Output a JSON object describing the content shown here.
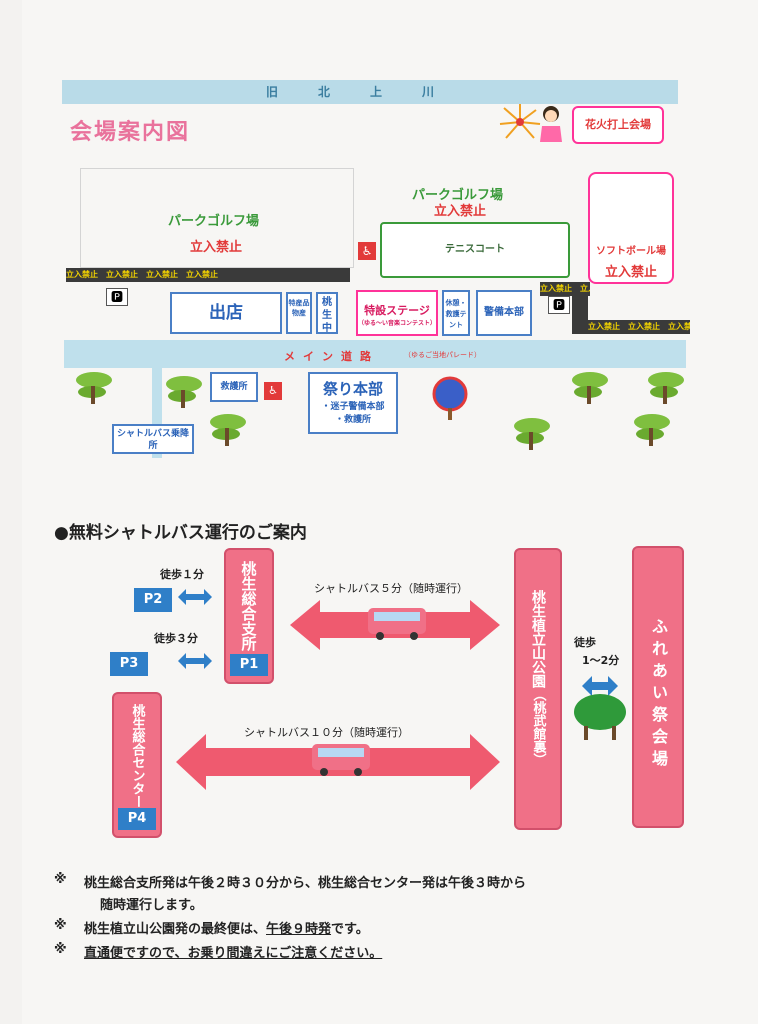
{
  "map": {
    "title": "会場案内図",
    "river": "旧北上川",
    "fireworks_site": "花火打上会場",
    "park_golf_left": {
      "label": "パークゴルフ場",
      "restriction": "立入禁止"
    },
    "park_golf_center": {
      "label": "パークゴルフ場",
      "restriction": "立入禁止"
    },
    "tennis": "テニスコート",
    "softball": {
      "label": "ソフトボール場",
      "restriction": "立入禁止"
    },
    "no_entry_bar": "立入禁止　立入禁止　立入禁止　立入禁止",
    "stalls": "出店",
    "momonyu_middle": "桃生中",
    "small_stall": "特産品物産",
    "special_stage": "特設ステージ",
    "stage_sub": "（ゆる～い音楽コンテスト）",
    "rest_tent": "休憩・救護テント",
    "security_hq": "警備本部",
    "main_road": "メイン道路",
    "main_road_sub": "（ゆるご当地パレード）",
    "first_aid": "救護所",
    "festival_hq": "祭り本部",
    "festival_hq_items": [
      "・迷子警備本部",
      "・救護所"
    ],
    "shuttle_stop": "シャトルバス乗降所"
  },
  "shuttle": {
    "title": "●無料シャトルバス運行のご案内",
    "branch_office": "桃生総合支所",
    "center": "桃生総合センター",
    "park": "桃生植立山公園",
    "park_sub": "（桃武館裏）",
    "venue": "ふれあい祭会場",
    "p1": "P1",
    "p2": "P2",
    "p3": "P3",
    "p4": "P4",
    "walk_p2": "徒歩１分",
    "walk_p3": "徒歩３分",
    "walk_venue_1": "徒歩",
    "walk_venue_2": "1～2分",
    "bus5": "シャトルバス５分（随時運行）",
    "bus10": "シャトルバス１０分（随時運行）"
  },
  "notes": {
    "mark": "※",
    "line1": "桃生総合支所発は午後２時３０分から、桃生総合センター発は午後３時から",
    "line1b": "随時運行します。",
    "line2_pre": "桃生植立山公園発の最終便は、",
    "line2_em": "午後９時発",
    "line2_post": "です。",
    "line3": "直通便ですので、お乗り間違えにご注意ください。"
  },
  "colors": {
    "pink": "#f07087",
    "blue": "#2f7fc8",
    "arrow": "#ef5a6f"
  }
}
